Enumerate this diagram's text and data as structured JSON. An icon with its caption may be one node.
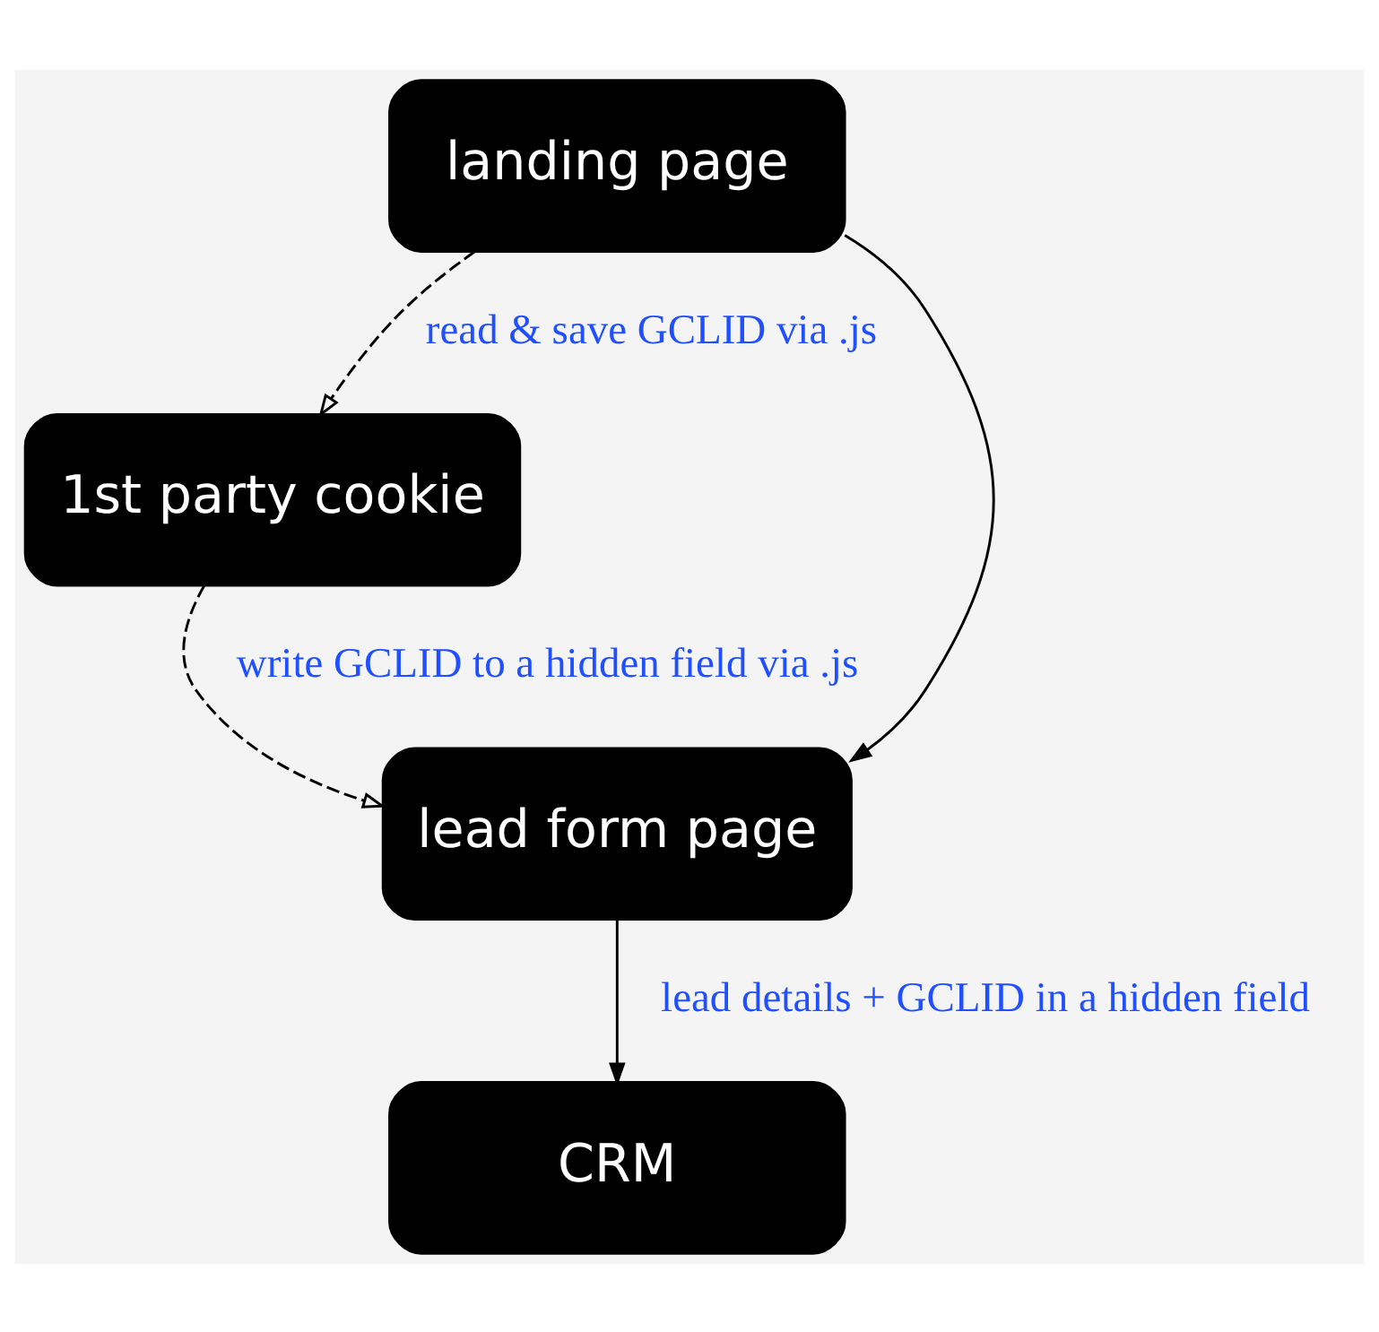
{
  "diagram": {
    "nodes": [
      {
        "text": [
          "landing page"
        ]
      },
      {
        "text": [
          "1st party cookie"
        ]
      },
      {
        "text": [
          "lead form page"
        ]
      },
      {
        "text": [
          "CRM"
        ]
      }
    ],
    "edges": [
      {
        "from": 0,
        "to": 2,
        "arrow": "to"
      },
      {
        "from": 0,
        "to": 1,
        "arrow": "to",
        "style": "dashed",
        "label": "read & save GCLID via .js"
      },
      {
        "from": 1,
        "to": 2,
        "arrow": "to",
        "style": "dashed",
        "label": "write GCLID to a hidden field via .js"
      },
      {
        "from": 2,
        "to": 3,
        "arrow": "to",
        "label": "lead details + GCLID in a hidden field"
      }
    ]
  }
}
